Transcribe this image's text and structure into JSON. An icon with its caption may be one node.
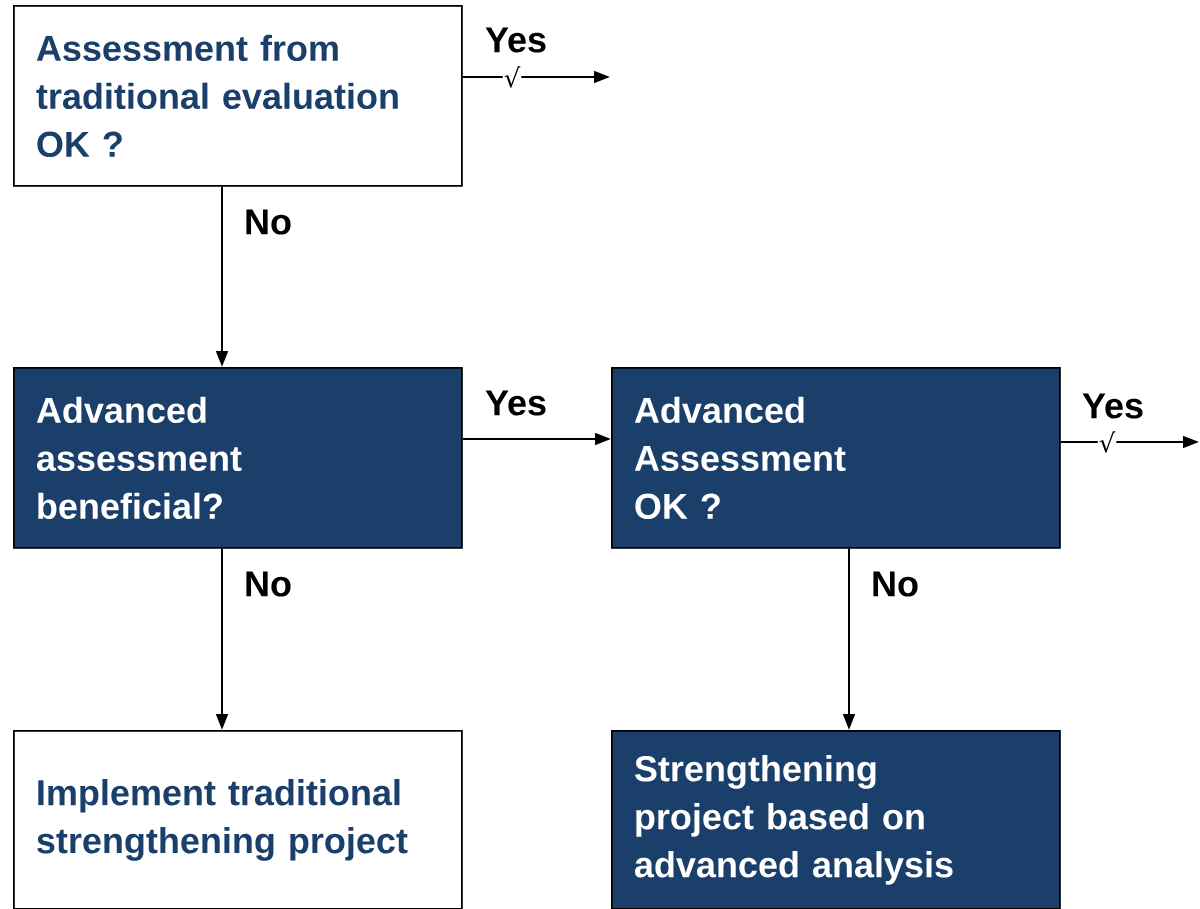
{
  "diagram": {
    "nodes": [
      {
        "text": [
          "Assessment from traditional evaluation OK ?"
        ]
      },
      {
        "text": [
          "Advanced assessment beneficial?"
        ]
      },
      {
        "text": [
          "Advanced Assessment OK ?"
        ]
      },
      {
        "text": [
          "Implement traditional strengthening project"
        ]
      },
      {
        "text": [
          "Strengthening project based on advanced analysis"
        ]
      }
    ],
    "edges": [
      {
        "from": 0,
        "to": null,
        "arrow": "to",
        "label": "Yes"
      },
      {
        "from": 0,
        "to": 1,
        "arrow": "to",
        "label": "No"
      },
      {
        "from": 1,
        "to": 2,
        "arrow": "to",
        "label": "Yes"
      },
      {
        "from": 1,
        "to": 3,
        "arrow": "to",
        "label": "No"
      },
      {
        "from": 2,
        "to": 4,
        "arrow": "to",
        "label": "No"
      },
      {
        "from": 2,
        "to": null,
        "arrow": "to",
        "label": "Yes"
      }
    ],
    "labels": [
      "√",
      "√"
    ]
  }
}
